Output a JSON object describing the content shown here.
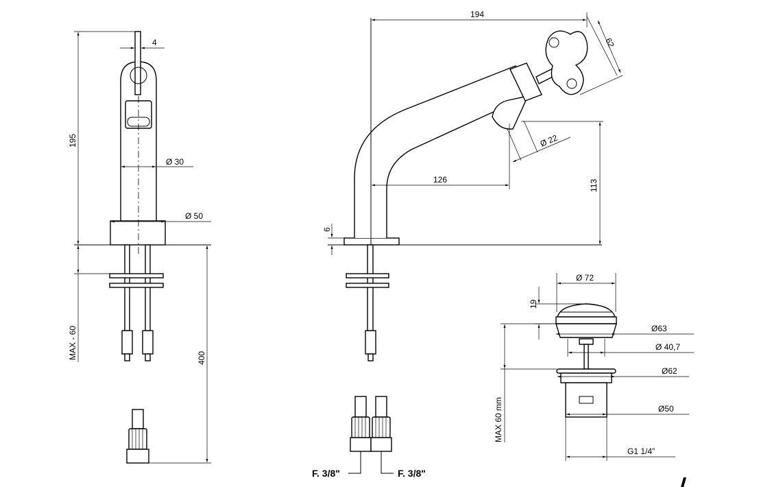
{
  "front_view": {
    "dim_height": "195",
    "dim_lever": "4",
    "dim_body_dia": "Ø  30",
    "dim_base_dia": "Ø  50",
    "dim_max": "MAX - 60",
    "dim_hose": "400"
  },
  "side_view": {
    "dim_length": "194",
    "dim_handle": "62",
    "dim_outlet_dia": "Ø  22",
    "dim_reach": "126",
    "dim_outlet_height": "113",
    "dim_base": "6",
    "conn_left": "F. 3/8\"",
    "conn_right": "F. 3/8\""
  },
  "drain_view": {
    "dim_cap_dia": "Ø 72",
    "dim_cap_height": "19",
    "dim_flange": "Ø63",
    "dim_stem": "Ø 40,7",
    "dim_nut": "Ø62",
    "dim_body": "Ø50",
    "dim_max": "MAX 60 mm",
    "dim_thread": "G1 1/4\""
  },
  "colors": {
    "line": "#000000",
    "background": "#ffffff"
  }
}
